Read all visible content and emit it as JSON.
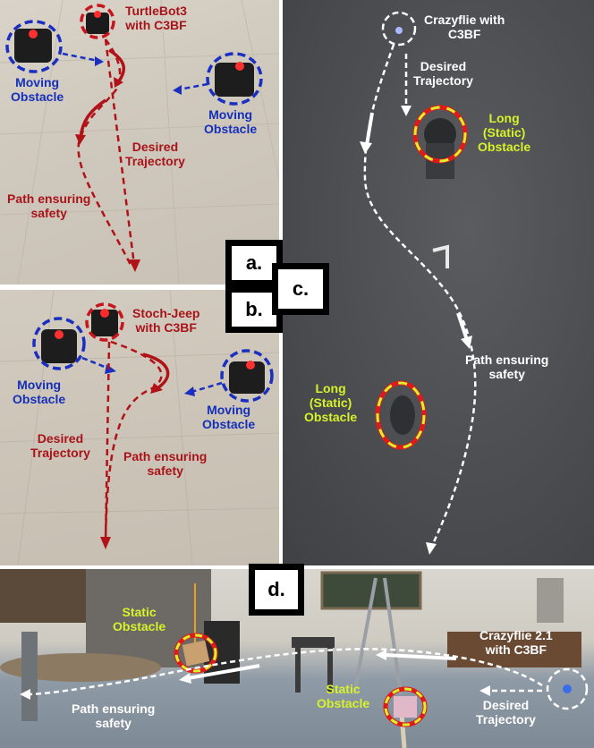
{
  "panels": {
    "a": {
      "tag": "a.",
      "robot_label": [
        "TurtleBot3",
        "with C3BF"
      ],
      "moving_obstacle_left": [
        "Moving",
        "Obstacle"
      ],
      "moving_obstacle_right": [
        "Moving",
        "Obstacle"
      ],
      "desired_trajectory": [
        "Desired",
        "Trajectory"
      ],
      "path_safety": [
        "Path ensuring",
        "safety"
      ]
    },
    "b": {
      "tag": "b.",
      "robot_label": [
        "Stoch-Jeep",
        "with C3BF"
      ],
      "moving_obstacle_left": [
        "Moving",
        "Obstacle"
      ],
      "moving_obstacle_right": [
        "Moving",
        "Obstacle"
      ],
      "desired_trajectory": [
        "Desired",
        "Trajectory"
      ],
      "path_safety": [
        "Path ensuring",
        "safety"
      ]
    },
    "c": {
      "tag": "c.",
      "robot_label": [
        "Crazyflie with",
        "C3BF"
      ],
      "desired_trajectory": [
        "Desired",
        "Trajectory"
      ],
      "obstacle_top": [
        "Long",
        "(Static)",
        "Obstacle"
      ],
      "obstacle_bottom": [
        "Long",
        "(Static)",
        "Obstacle"
      ],
      "path_safety": [
        "Path ensuring",
        "safety"
      ]
    },
    "d": {
      "tag": "d.",
      "robot_label": [
        "Crazyflie 2.1",
        "with C3BF"
      ],
      "static_obstacle_left": [
        "Static",
        "Obstacle"
      ],
      "static_obstacle_right": [
        "Static",
        "Obstacle"
      ],
      "desired_trajectory": [
        "Desired",
        "Trajectory"
      ],
      "path_safety": [
        "Path ensuring",
        "safety"
      ]
    }
  },
  "colors": {
    "robot_circle": "#c8141c",
    "obstacle_circle": "#1a2fc0",
    "safe_path": "#b01218",
    "static_ring_outer": "#e01a1a",
    "static_ring_inner": "#d7f22a"
  }
}
